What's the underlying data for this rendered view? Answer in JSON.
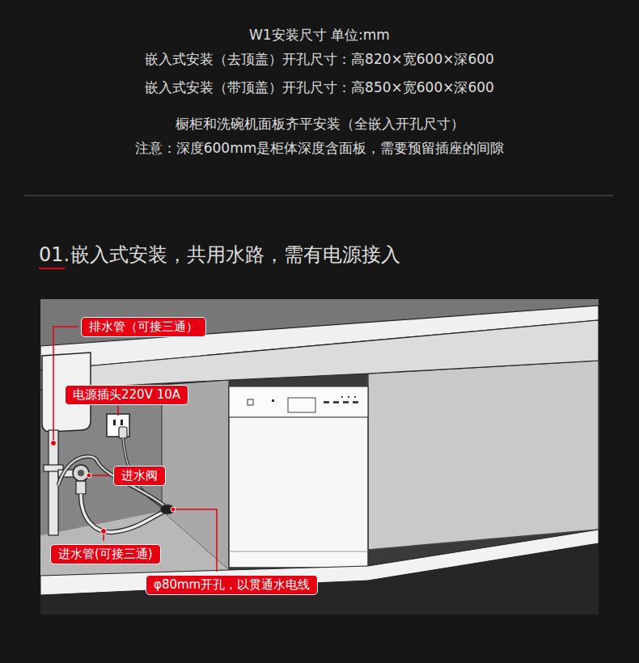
{
  "diagram": {
    "title": "W1安装尺寸 单位:mm",
    "nodes": [
      {
        "text": [
          "排水管（可接三通）"
        ]
      },
      {
        "text": [
          "电源插头220V 10A"
        ]
      },
      {
        "text": [
          "进水阀"
        ]
      },
      {
        "text": [
          "进水管(可接三通)"
        ]
      },
      {
        "text": [
          "φ80mm开孔，以贯通水电线"
        ]
      }
    ],
    "labels": [
      "嵌入式安装（去顶盖）开孔尺寸：高820×宽600×深600",
      "嵌入式安装（带顶盖）开孔尺寸：高850×宽600×深600",
      "橱柜和洗碗机面板齐平安装（全嵌入开孔尺寸）",
      "注意：深度600mm是柜体深度含面板，需要预留插座的间隙",
      "01.",
      "嵌入式安装，共用水路，需有电源接入"
    ]
  }
}
